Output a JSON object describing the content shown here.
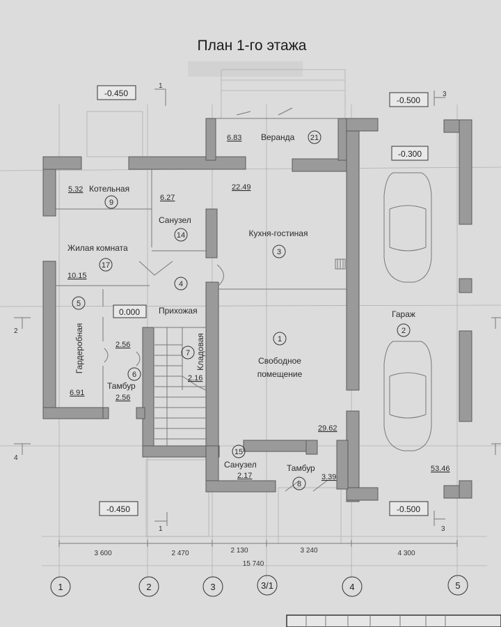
{
  "title": "План 1-го этажа",
  "rooms": [
    {
      "name": "Веранда",
      "number": "21",
      "area": "6.83"
    },
    {
      "name": "Котельная",
      "number": "9",
      "area": "5.32"
    },
    {
      "name": "Санузел",
      "number": "14",
      "area": "6.27"
    },
    {
      "name": "Кухня-гостиная",
      "number": "3",
      "area": "22.49"
    },
    {
      "name": "Жилая комната",
      "number": "17",
      "area": "10.15"
    },
    {
      "name": "Прихожая",
      "number": "4",
      "area": ""
    },
    {
      "name": "Гардеробная",
      "number": "5",
      "area": "6.91"
    },
    {
      "name": "Тамбур",
      "number": "6",
      "area": "2.56"
    },
    {
      "name": "Кладовая",
      "number": "7",
      "area": "2.16"
    },
    {
      "name": "Свободное",
      "name2": "помещение",
      "number": "1",
      "area": "29.62"
    },
    {
      "name": "Санузел",
      "number": "15",
      "area": "2.17"
    },
    {
      "name": "Тамбур",
      "number": "8",
      "area": "3.39"
    },
    {
      "name": "Гараж",
      "number": "2",
      "area": "53.46"
    }
  ],
  "levels": {
    "top_left": "-0.450",
    "top_right": "-0.500",
    "garage": "-0.300",
    "hall": "0.000",
    "bottom_left": "-0.450",
    "bottom_right": "-0.500"
  },
  "section_marks": {
    "s1": "1",
    "s2": "2",
    "s3": "3",
    "s4": "4"
  },
  "dimensions": {
    "spans": [
      "3 600",
      "2 470",
      "2 130",
      "3 240",
      "4 300"
    ],
    "total": "15 740"
  },
  "axes": [
    "1",
    "2",
    "3",
    "3/1",
    "4",
    "5"
  ]
}
